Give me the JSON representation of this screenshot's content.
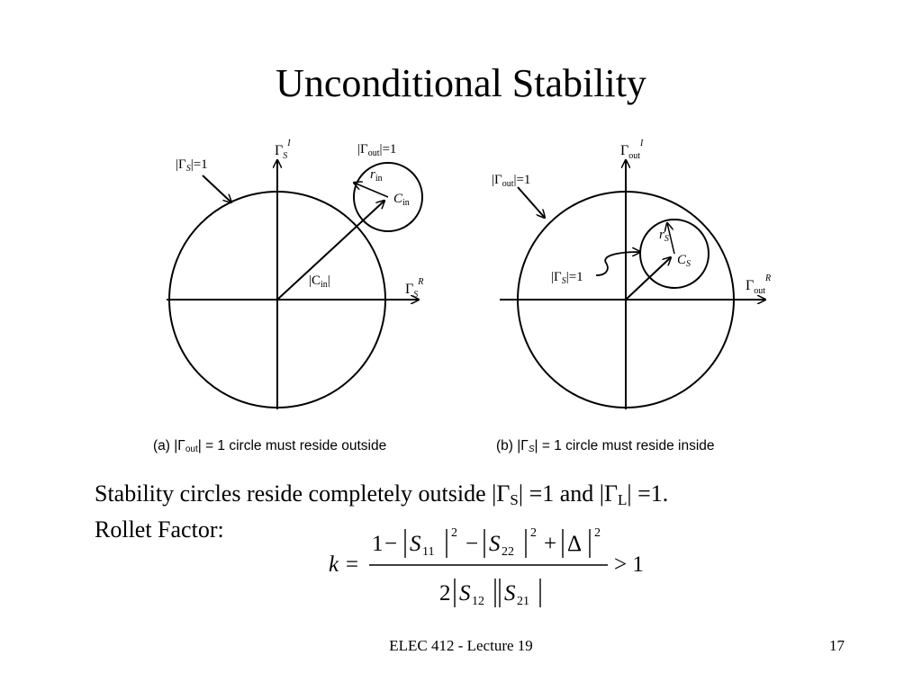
{
  "slide": {
    "title": "Unconditional Stability",
    "footer_center": "ELEC 412 - Lecture 19",
    "page_number": "17"
  },
  "figure": {
    "a": {
      "y_axis_label": "Γ",
      "y_axis_sub": "S",
      "y_axis_sup": "I",
      "x_axis_label": "Γ",
      "x_axis_sub": "S",
      "x_axis_sup": "R",
      "outer_circle_label": "|Γ",
      "outer_circle_sub": "S",
      "outer_circle_tail": "|=1",
      "small_circle_label": "|Γ",
      "small_circle_sub": "out",
      "small_circle_tail": "|=1",
      "radius_label": "r",
      "radius_sub": "in",
      "center_label": "C",
      "center_sub": "in",
      "vector_label": "|C",
      "vector_sub": "in",
      "vector_tail": "|",
      "caption_prefix": "(a) |Γ",
      "caption_sub": "out",
      "caption_tail": "| = 1 circle must reside outside"
    },
    "b": {
      "y_axis_label": "Γ",
      "y_axis_sub": "out",
      "y_axis_sup": "I",
      "x_axis_label": "Γ",
      "x_axis_sub": "out",
      "x_axis_sup": "R",
      "outer_circle_label": "|Γ",
      "outer_circle_sub": "out",
      "outer_circle_tail": "|=1",
      "small_circle_label": "|Γ",
      "small_circle_sub": "S",
      "small_circle_tail": "|=1",
      "radius_label": "r",
      "radius_sub": "S",
      "center_label": "C",
      "center_sub": "S",
      "caption_prefix": "(b) |Γ",
      "caption_sub": "S",
      "caption_tail": "| = 1 circle must reside inside"
    }
  },
  "body": {
    "line1_prefix": "Stability circles reside completely outside |Γ",
    "line1_sub1": "S",
    "line1_mid": "| =1 and |Γ",
    "line1_sub2": "L",
    "line1_tail": "| =1.",
    "line2": "Rollet Factor:"
  },
  "formula": {
    "lhs": "k =",
    "numerator": {
      "one": "1",
      "minus1": "−",
      "S11": "S",
      "S11_sub": "11",
      "exp1": "2",
      "minus2": "−",
      "S22": "S",
      "S22_sub": "22",
      "exp2": "2",
      "plus": "+",
      "delta": "Δ",
      "exp3": "2"
    },
    "denominator": {
      "two": "2",
      "S12": "S",
      "S12_sub": "12",
      "S21": "S",
      "S21_sub": "21"
    },
    "rhs": "> 1"
  },
  "colors": {
    "ink": "#000000",
    "background": "#ffffff"
  }
}
